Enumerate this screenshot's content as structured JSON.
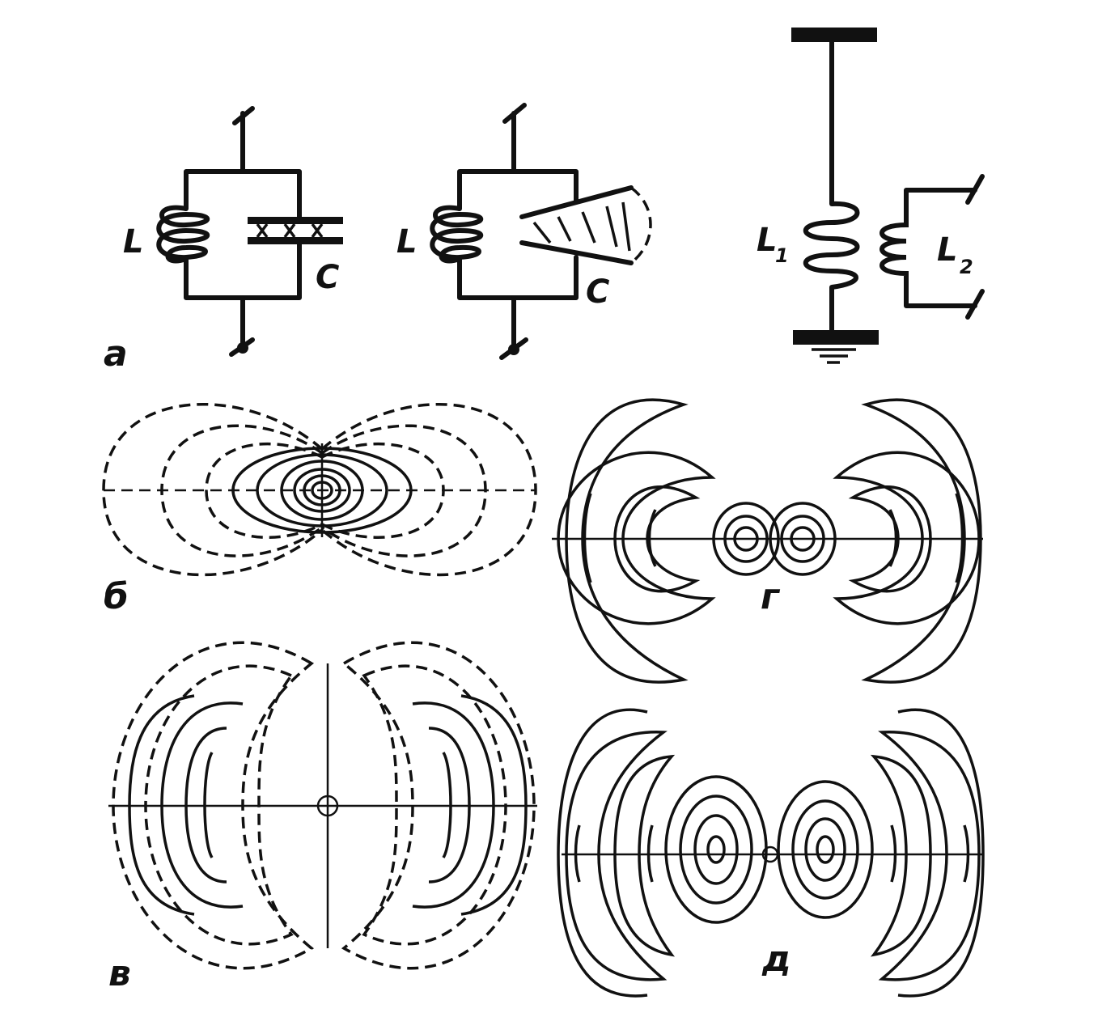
{
  "labels": {
    "panel_a": "а",
    "panel_b": "б",
    "panel_v": "в",
    "panel_g": "г",
    "panel_d": "д",
    "inductor_1": "L",
    "capacitor_1": "C",
    "inductor_2": "L",
    "capacitor_2": "C",
    "antenna_coil": "L",
    "antenna_coil_sub": "1",
    "coupling_coil": "L",
    "coupling_coil_sub": "2"
  }
}
